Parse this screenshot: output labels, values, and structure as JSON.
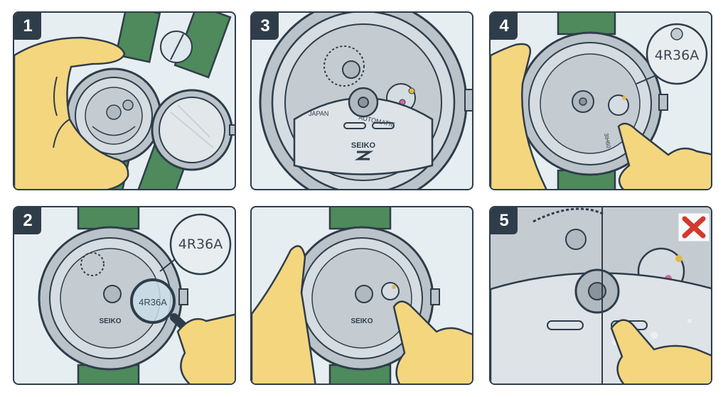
{
  "panels": [
    {
      "id": "p1",
      "step": "1"
    },
    {
      "id": "p3",
      "step": "3",
      "dial": {
        "left": "JAPAN",
        "right": "AUTOMATIC",
        "brand": "SEIKO"
      }
    },
    {
      "id": "p4",
      "step": "4",
      "callout": "4R36A",
      "engraving": "3IH60"
    },
    {
      "id": "p2",
      "step": "2",
      "callout": "4R36A",
      "lens_text": "4R36A",
      "brand": "SEIKO"
    },
    {
      "id": "pmid",
      "step": "",
      "brand": "SEIKO"
    },
    {
      "id": "p5",
      "step": "5",
      "status_icon": "red-x-icon"
    }
  ],
  "colors": {
    "strap": "#4e8a5c",
    "skin": "#f4d67f",
    "metal": "#b9c3c9",
    "outline": "#2f3d4a",
    "panel_bg": "#e6eef2",
    "ruby": "#d06aa0",
    "brass": "#e0b94a",
    "error": "#d23a2f"
  }
}
